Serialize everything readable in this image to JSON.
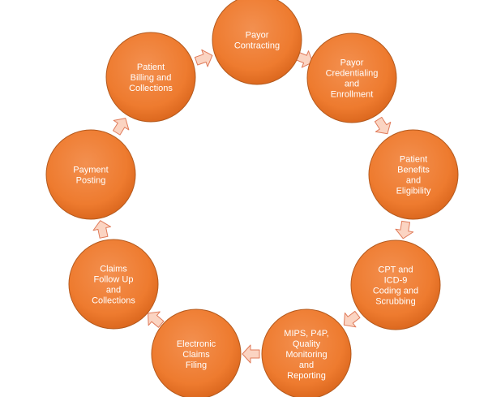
{
  "diagram": {
    "steps": [
      {
        "id": "payor-contracting",
        "lines": [
          "Payor",
          "Contracting"
        ]
      },
      {
        "id": "payor-credentialing-and-enrollment",
        "lines": [
          "Payor",
          "Credentialing",
          "and",
          "Enrollment"
        ]
      },
      {
        "id": "patient-benefits-and-eligibility",
        "lines": [
          "Patient",
          "Benefits",
          "and",
          "Eligibility"
        ]
      },
      {
        "id": "cpt-and-icd-9-coding-and-scrubbing",
        "lines": [
          "CPT and",
          "ICD-9",
          "Coding and",
          "Scrubbing"
        ]
      },
      {
        "id": "mips-p4p-quality-monitoring-and-reporting",
        "lines": [
          "MIPS, P4P,",
          "Quality",
          "Monitoring",
          "and",
          "Reporting"
        ]
      },
      {
        "id": "electronic-claims-filing",
        "lines": [
          "Electronic",
          "Claims",
          "Filing"
        ]
      },
      {
        "id": "claims-follow-up-and-collections",
        "lines": [
          "Claims",
          "Follow Up",
          "and",
          "Collections"
        ]
      },
      {
        "id": "payment-posting",
        "lines": [
          "Payment",
          "Posting"
        ]
      },
      {
        "id": "patient-billing-and-collections",
        "lines": [
          "Patient",
          "Billing and",
          "Collections"
        ]
      }
    ],
    "colors": {
      "node_fill": "#ee7b2f",
      "node_fill_dark": "#d9651c",
      "node_stroke": "#b45a1e",
      "node_text": "#ffffff",
      "arrow_fill": "#fbd4c2",
      "arrow_stroke": "#e07b5a"
    }
  }
}
